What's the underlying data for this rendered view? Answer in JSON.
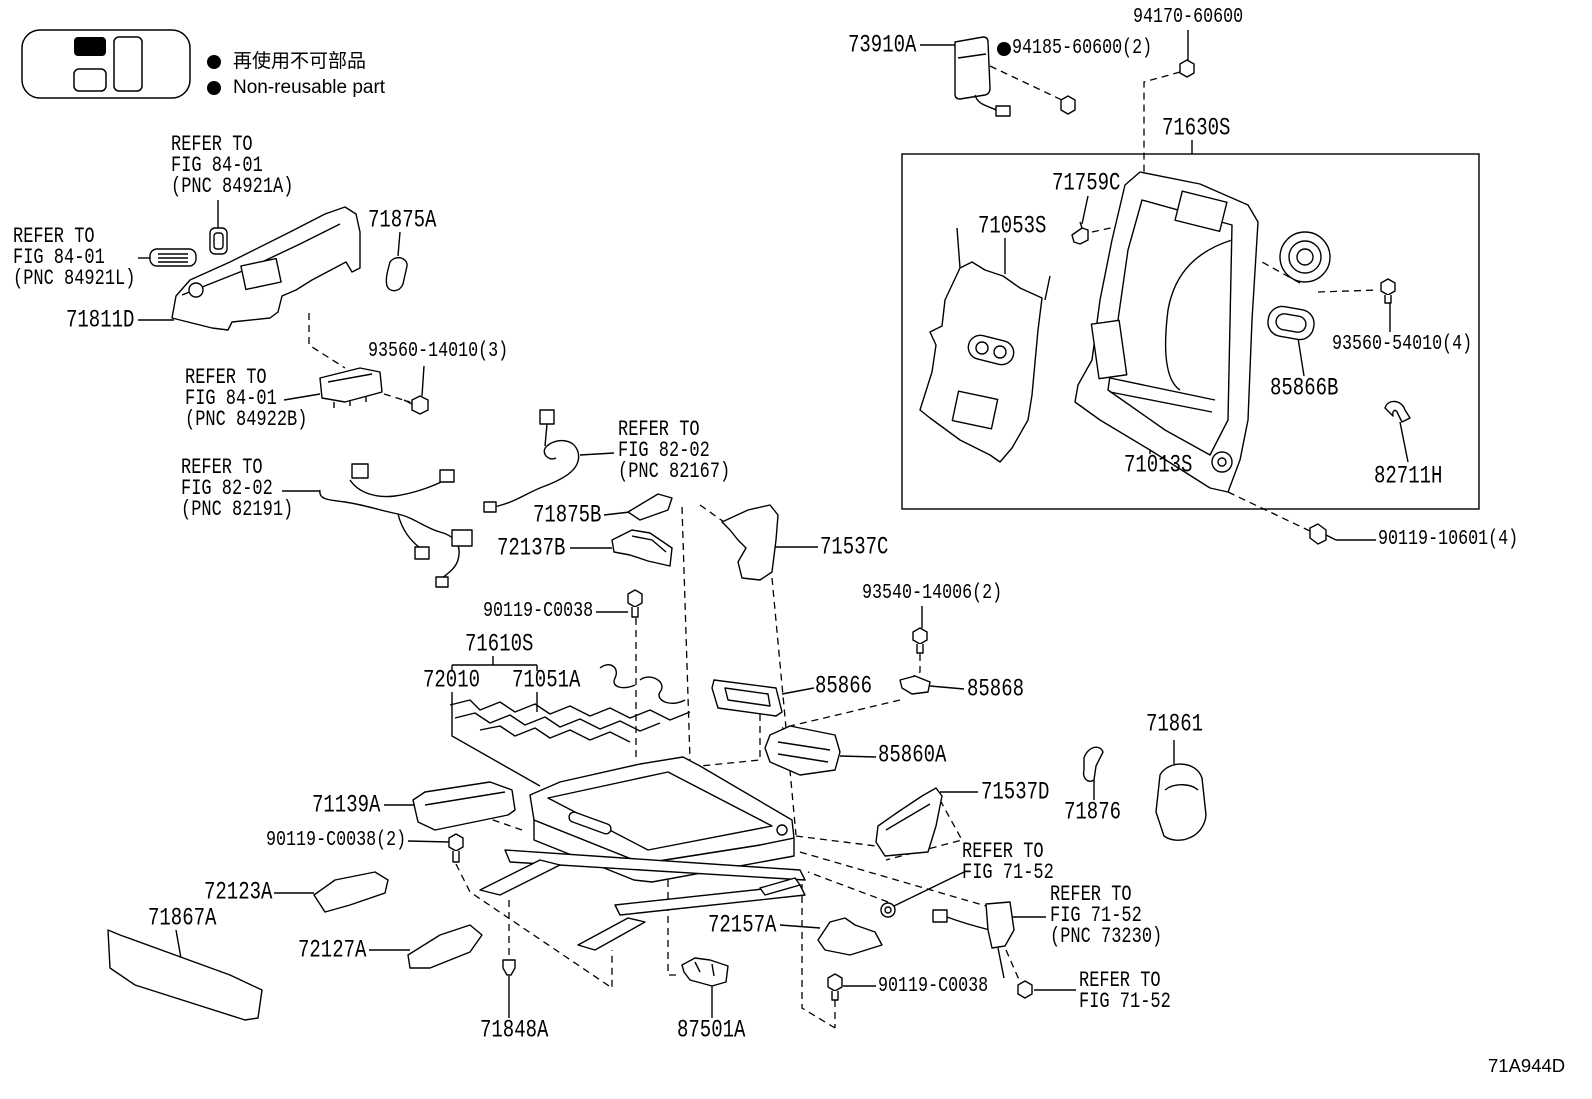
{
  "legend": {
    "non_reusable_jp": "再使用不可部品",
    "non_reusable_en": "Non-reusable part"
  },
  "figure_id": "71A944D",
  "parts": {
    "p73910A": "73910A",
    "p94185": "94185-60600(2)",
    "p94170": "94170-60600",
    "p71630S": "71630S",
    "p71759C": "71759C",
    "p71053S": "71053S",
    "p93560_54010": "93560-54010(4)",
    "p85866B": "85866B",
    "p71013S": "71013S",
    "p82711H": "82711H",
    "p90119_10601": "90119-10601(4)",
    "p71875A": "71875A",
    "p71811D": "71811D",
    "p93560_14010": "93560-14010(3)",
    "p71875B": "71875B",
    "p71537C": "71537C",
    "p72137B": "72137B",
    "p90119_c0038_a": "90119-C0038",
    "p93540": "93540-14006(2)",
    "p71610S": "71610S",
    "p72010": "72010",
    "p71051A": "71051A",
    "p85866": "85866",
    "p85868": "85868",
    "p85860A": "85860A",
    "p71861": "71861",
    "p71876": "71876",
    "p71537D": "71537D",
    "p71139A": "71139A",
    "p90119_c0038_2": "90119-C0038(2)",
    "p72123A": "72123A",
    "p71867A": "71867A",
    "p72127A": "72127A",
    "p72157A": "72157A",
    "p90119_c0038_b": "90119-C0038",
    "p71848A": "71848A",
    "p87501A": "87501A"
  },
  "references": {
    "pnc_84921A": [
      "REFER TO",
      "FIG 84-01",
      "(PNC 84921A)"
    ],
    "pnc_84921L": [
      "REFER TO",
      "FIG 84-01",
      "(PNC 84921L)"
    ],
    "pnc_84922B": [
      "REFER TO",
      "FIG 84-01",
      "(PNC 84922B)"
    ],
    "pnc_82167": [
      "REFER TO",
      "FIG 82-02",
      "(PNC 82167)"
    ],
    "pnc_82191": [
      "REFER TO",
      "FIG 82-02",
      "(PNC 82191)"
    ],
    "fig_71_52_a": [
      "REFER TO",
      "FIG 71-52"
    ],
    "pnc_73230": [
      "REFER TO",
      "FIG 71-52",
      "(PNC 73230)"
    ],
    "fig_71_52_b": [
      "REFER TO",
      "FIG 71-52"
    ]
  }
}
